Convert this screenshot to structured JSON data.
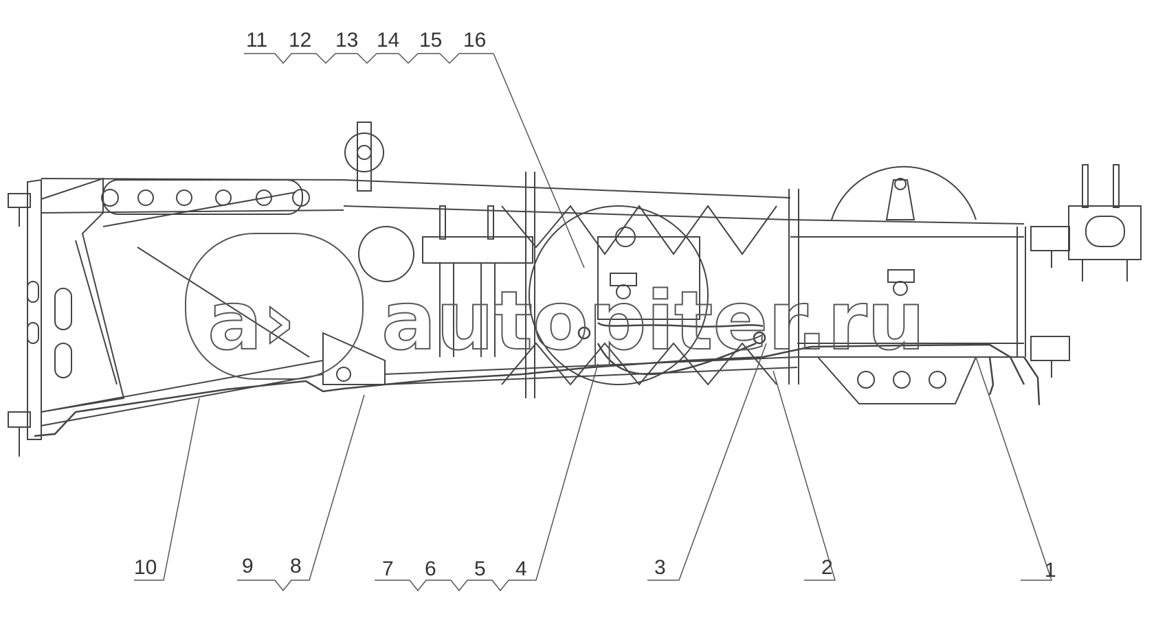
{
  "drawing": {
    "callouts": {
      "top": [
        "11",
        "12",
        "13",
        "14",
        "15",
        "16"
      ],
      "bottom": [
        "10",
        "9",
        "8",
        "7",
        "6",
        "5",
        "4",
        "3",
        "2",
        "1"
      ]
    },
    "colors": {
      "ink": "#444444",
      "background": "#ffffff",
      "watermark": "#555555"
    }
  },
  "watermark": {
    "text": "autopiter.ru",
    "logo_glyph": "a›"
  }
}
